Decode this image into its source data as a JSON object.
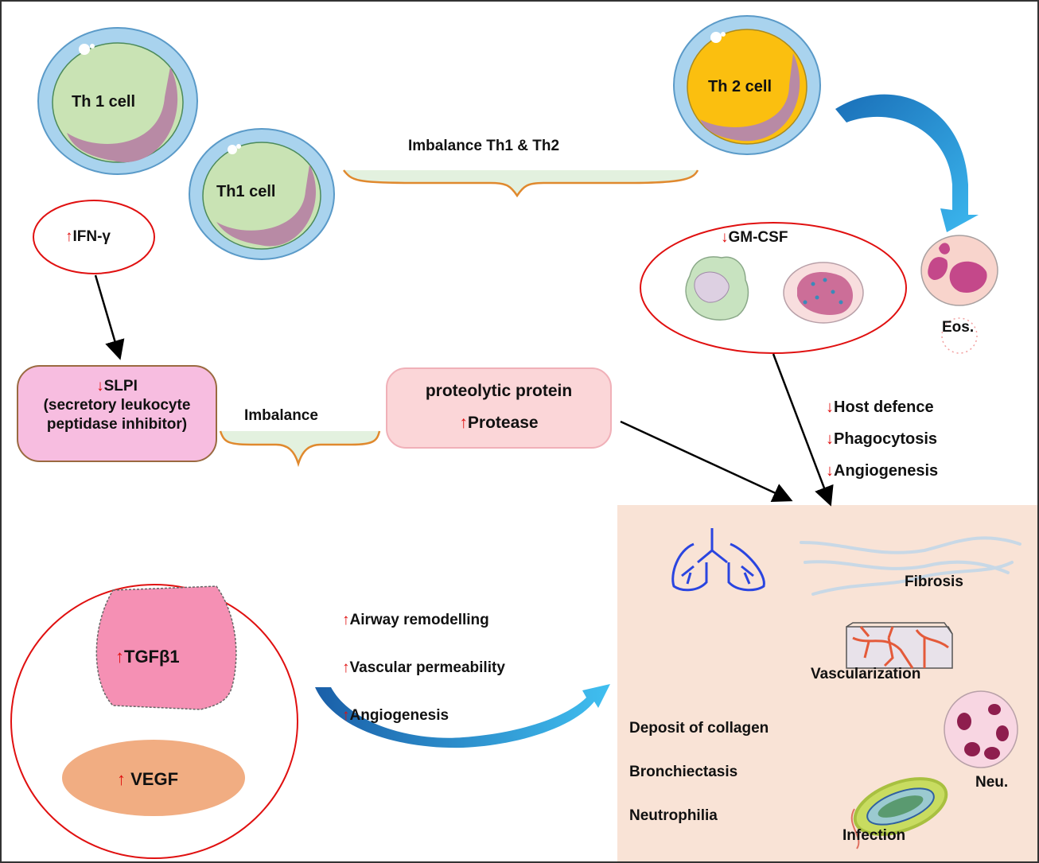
{
  "cells": {
    "th1_a": "Th 1 cell",
    "th1_b": "Th1 cell",
    "th2": "Th 2 cell",
    "eos": "Eos.",
    "neu": "Neu."
  },
  "top_imbalance": "Imbalance Th1 & Th2",
  "ifn": {
    "arrow": "↑",
    "label": "IFN-γ"
  },
  "gmcsf": {
    "arrow": "↓",
    "label": "GM-CSF"
  },
  "slpi": {
    "arrow": "↓",
    "label": "SLPI",
    "line2": "(secretory leukocyte",
    "line3": "peptidase inhibitor)"
  },
  "mid_imbalance": "Imbalance",
  "protease_box": {
    "title": "proteolytic protein",
    "arrow": "↑",
    "label": "Protease"
  },
  "decreased_effects": [
    {
      "arrow": "↓",
      "label": "Host defence"
    },
    {
      "arrow": "↓",
      "label": "Phagocytosis"
    },
    {
      "arrow": "↓",
      "label": "Angiogenesis"
    }
  ],
  "growth_factors": {
    "tgf": {
      "arrow": "↑",
      "label": "TGFβ1"
    },
    "vegf": {
      "arrow": "↑",
      "label": "VEGF"
    }
  },
  "increased_effects": [
    {
      "arrow": "↑",
      "label": "Airway remodelling"
    },
    {
      "arrow": "↑",
      "label": "Vascular permeability"
    },
    {
      "arrow": "↑",
      "label": "Angiogenesis"
    }
  ],
  "outcomes": {
    "fibrosis": "Fibrosis",
    "vascularization": "Vascularization",
    "infection": "Infection",
    "list": [
      "Deposit of collagen",
      "Bronchiectasis",
      "Neutrophilia"
    ]
  },
  "colors": {
    "red": "#e01010",
    "outcome_panel": "#f9e3d6",
    "th1_cell": "#c9e3b4",
    "th2_cell": "#fbbf0f",
    "cell_membrane": "#a9d3ee",
    "nucleus": "#b88aa5",
    "blue_arrow": "#1f8fd6",
    "slpi_box": "#f7bde0",
    "protease_box": "#fbd6d8",
    "tgf": "#f590b4",
    "vegf": "#f1ad82",
    "lung": "#2a45e0"
  }
}
